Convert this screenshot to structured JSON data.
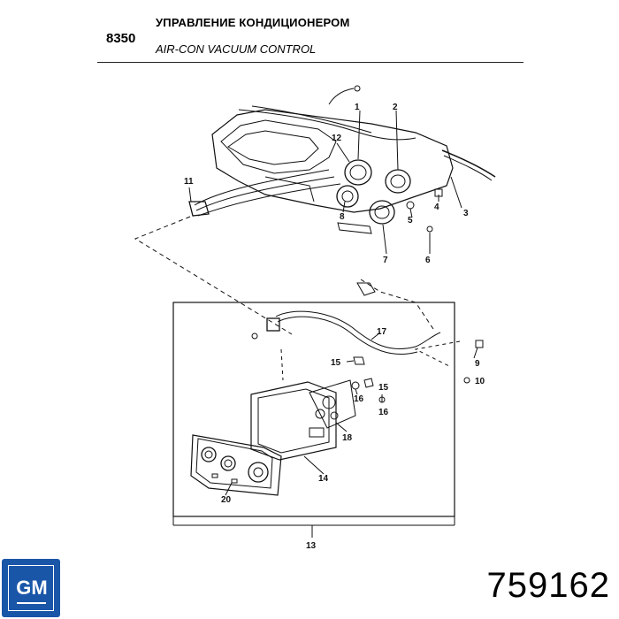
{
  "header": {
    "section_code": "8350",
    "title_ru": "УПРАВЛЕНИЕ КОНДИЦИОНЕРОМ",
    "title_en": "AIR-CON VACUUM CONTROL"
  },
  "callouts": [
    "1",
    "2",
    "3",
    "4",
    "5",
    "6",
    "7",
    "8",
    "9",
    "10",
    "11",
    "12",
    "13",
    "14",
    "15",
    "15",
    "16",
    "16",
    "17",
    "18",
    "20"
  ],
  "brand": {
    "logo_text": "GM",
    "color": "#1a56a8"
  },
  "part_number": "759162"
}
